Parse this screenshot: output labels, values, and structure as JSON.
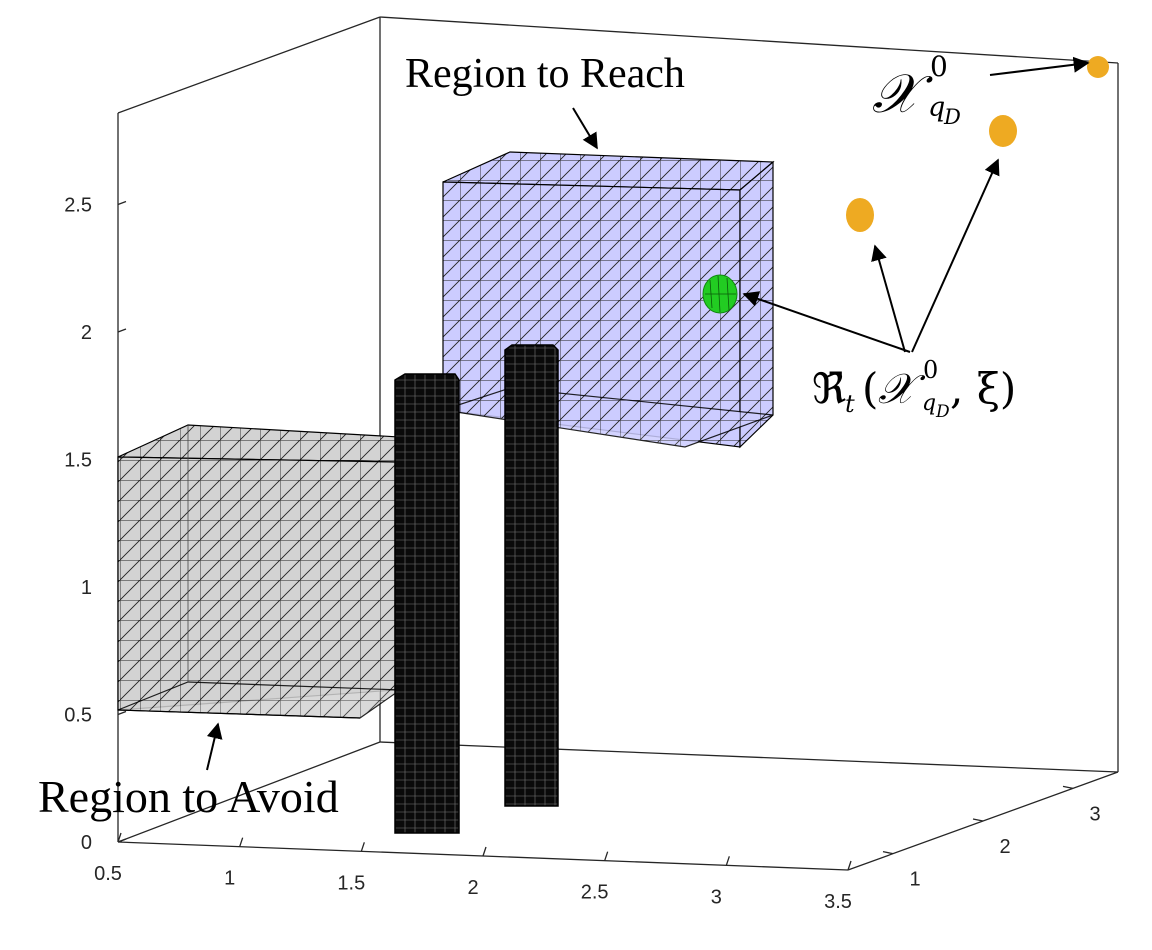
{
  "chart_data": {
    "type": "scatter",
    "view": "3d",
    "title": "",
    "xlabel": "",
    "ylabel": "",
    "zlabel": "",
    "grid": false,
    "xlim": [
      0.5,
      3.5
    ],
    "ylim": [
      0.5,
      3.5
    ],
    "zlim": [
      0,
      2.9
    ],
    "x_ticks": [
      "0.5",
      "1",
      "1.5",
      "2",
      "2.5",
      "3",
      "3.5"
    ],
    "y_ticks": [
      "1",
      "2",
      "3"
    ],
    "z_ticks": [
      "0",
      "0.5",
      "1",
      "1.5",
      "2",
      "2.5"
    ],
    "regions": [
      {
        "label": "Region to Avoid",
        "fill": "#d3d3d3",
        "edge": "#000000",
        "zlim": [
          0.5,
          1.5
        ]
      },
      {
        "label": "Region to Reach",
        "fill": "#ccccff",
        "edge": "#000000",
        "zlim": [
          1.5,
          2.5
        ]
      }
    ],
    "obstacles": [
      {
        "shape": "box",
        "fill": "#111111",
        "zlim": [
          0,
          1.8
        ]
      },
      {
        "shape": "box",
        "fill": "#111111",
        "zlim": [
          0,
          1.9
        ]
      }
    ],
    "initial_set": {
      "label": "𝒳",
      "label_superscript": "0",
      "label_subscript": "q",
      "label_subsubscript": "D",
      "color": "#eeaa22",
      "count": 3
    },
    "reach_set": {
      "label_symbol": "ℜ̄",
      "label_subscript": "t",
      "label_arg_open": "(",
      "label_arg_symbol": "𝒳",
      "label_arg_superscript": "0",
      "label_arg_subscript": "q",
      "label_arg_subsubscript": "D",
      "label_arg_rest": ", ξ)",
      "color": "#22cc22"
    }
  }
}
